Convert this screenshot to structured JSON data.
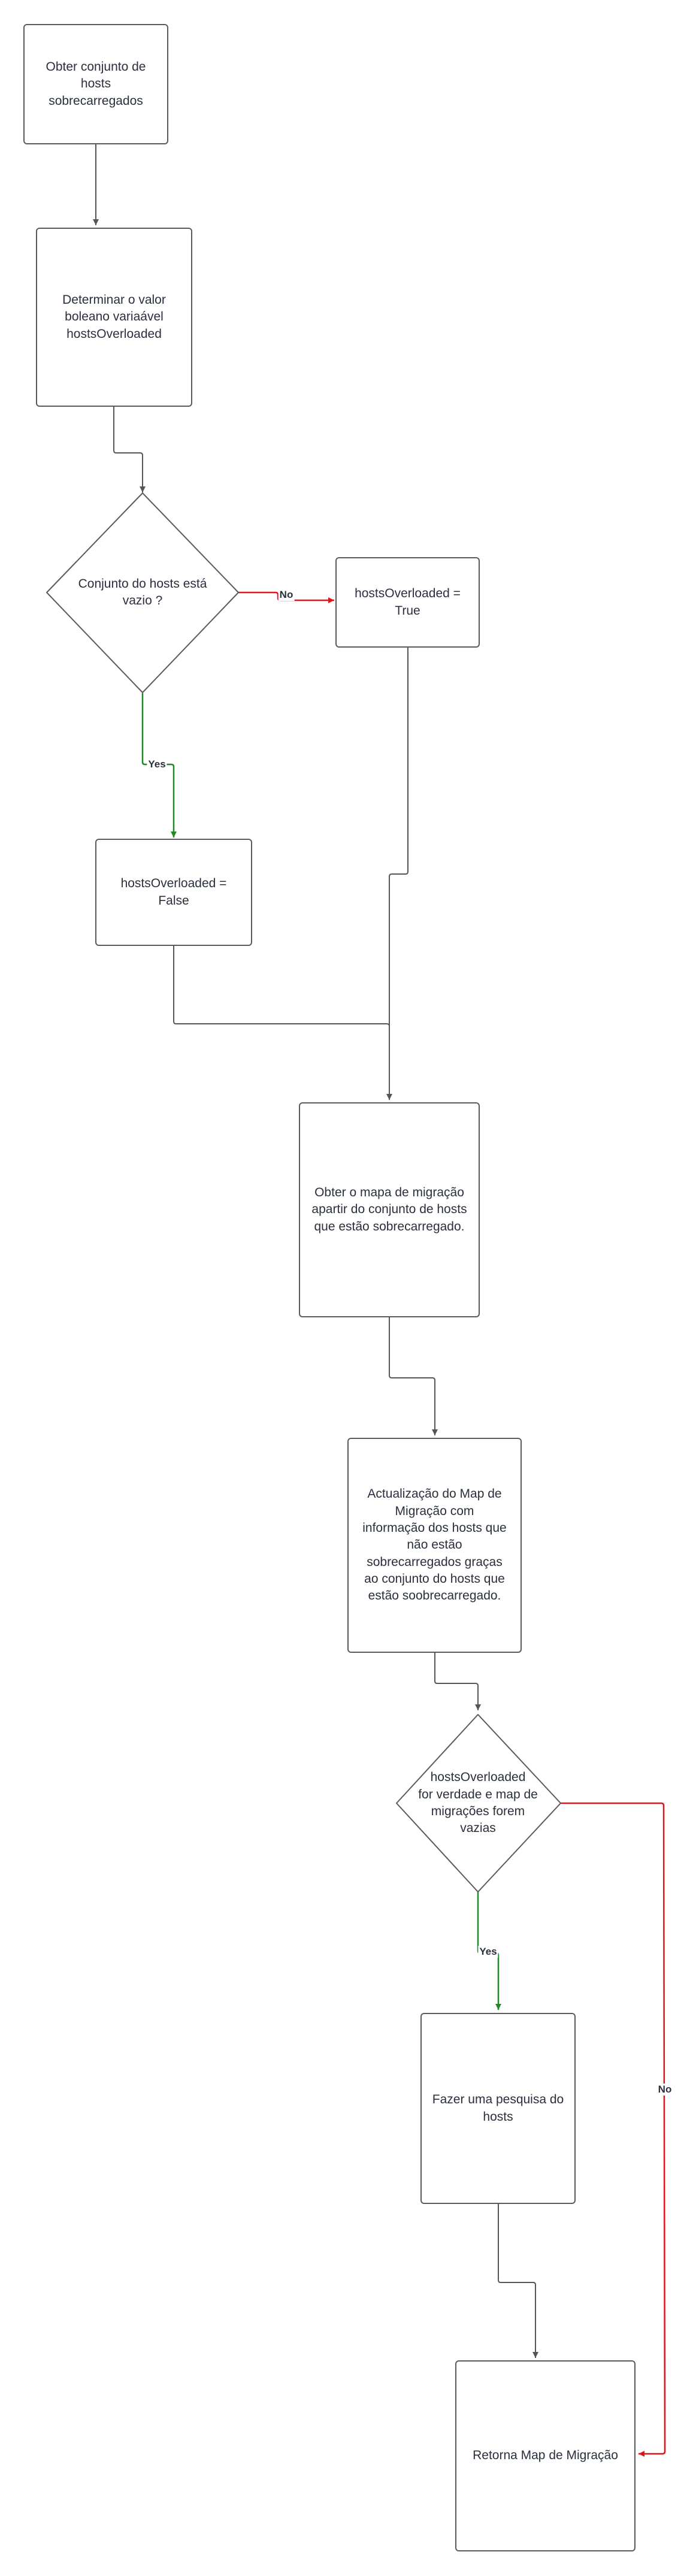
{
  "colors": {
    "node_border": "#5a5a5a",
    "connector": "#555555",
    "yes_edge": "#1e8a28",
    "no_edge": "#e0151b",
    "text": "#2a2f3d"
  },
  "nodes": {
    "n1": "Obter conjunto de\nhosts\nsobrecarregados",
    "n2": "Determinar o valor\nboleano  variaável\nhostsOverloaded",
    "d1": "Conjunto do hosts está\nvazio ?",
    "n3": "hostsOverloaded  =\nTrue",
    "n4": "hostsOverloaded  =\nFalse",
    "n5": "Obter o mapa de migração\napartir do conjunto de hosts\nque estão sobrecarregado.",
    "n6": "Actualização do Map de\nMigração   com\ninformação dos hosts que\nnão estão\nsobrecarregados graças\nao conjunto do hosts que\nestão soobrecarregado.",
    "d2": "hostsOverloaded\nfor verdade e  map de\nmigrações forem\nvazias",
    "n7": "Fazer uma pesquisa do\nhosts",
    "n8": "Retorna Map de Migração"
  },
  "edge_labels": {
    "d1_no": "No",
    "d1_yes": "Yes",
    "d2_yes": "Yes",
    "d2_no": "No"
  }
}
